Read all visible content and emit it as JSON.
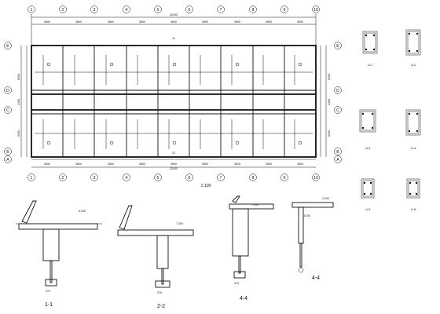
{
  "plan": {
    "axes_top": [
      "1",
      "2",
      "3",
      "4",
      "5",
      "6",
      "7",
      "8",
      "9",
      "10"
    ],
    "axes_bottom": [
      "1",
      "2",
      "3",
      "4",
      "5",
      "6",
      "7",
      "8",
      "9",
      "10"
    ],
    "axes_left": [
      "E",
      "D",
      "C",
      "B",
      "A"
    ],
    "axes_right": [
      "E",
      "D",
      "C",
      "B",
      "A"
    ],
    "spans_top": [
      "3600",
      "3600",
      "3600",
      "3600",
      "3600",
      "3600",
      "3600",
      "3600",
      "3600"
    ],
    "spans_bottom": [
      "3600",
      "3600",
      "3600",
      "3600",
      "3600",
      "3600",
      "3600",
      "3600",
      "3600"
    ],
    "total_top": "32400",
    "total_bottom": "32400",
    "dims_left": [
      "5400",
      "2400",
      "5400"
    ],
    "dims_right": [
      "5400",
      "2400",
      "5400"
    ],
    "grid_label_top": "11",
    "grid_label_bottom": "12",
    "scale": "1:100"
  },
  "sections": {
    "s1": "1-1",
    "s2": "2-2",
    "s3": "4-4",
    "s4": "4-4",
    "elev1": "3.200",
    "elev2": "7.200",
    "elev3": "7.200",
    "elev4": "2.200",
    "elev5": "3.200",
    "bottom_dim1": "370",
    "bottom_dim2": "370",
    "bottom_dim3": "370"
  },
  "details": {
    "c1": "LL1",
    "c2": "LL2",
    "c3": "LL3",
    "c4": "LL4",
    "c5": "LL5",
    "c6": "LL6"
  }
}
